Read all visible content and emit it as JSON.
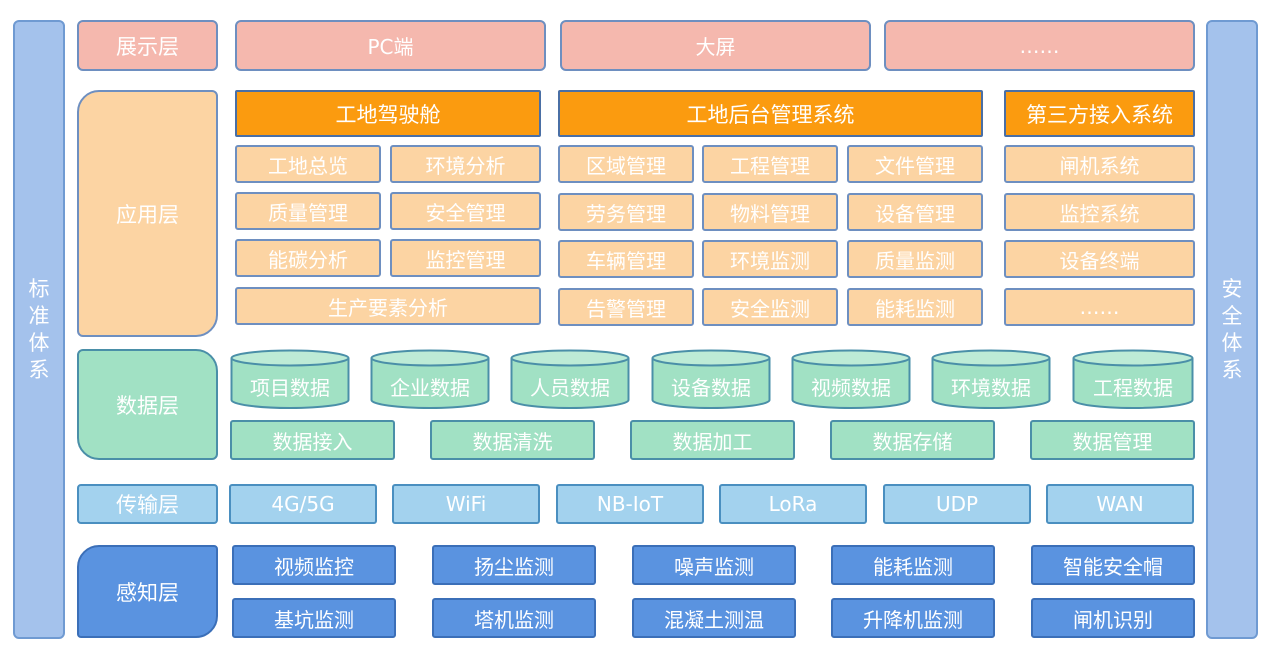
{
  "side": {
    "left": "标准体系",
    "right": "安全体系"
  },
  "layers": {
    "presentation": {
      "label": "展示层",
      "items": [
        "PC端",
        "大屏",
        "……"
      ]
    },
    "application": {
      "label": "应用层",
      "groups": [
        {
          "title": "工地驾驶舱",
          "items": [
            "工地总览",
            "环境分析",
            "质量管理",
            "安全管理",
            "能碳分析",
            "监控管理",
            "生产要素分析"
          ]
        },
        {
          "title": "工地后台管理系统",
          "items": [
            "区域管理",
            "工程管理",
            "文件管理",
            "劳务管理",
            "物料管理",
            "设备管理",
            "车辆管理",
            "环境监测",
            "质量监测",
            "告警管理",
            "安全监测",
            "能耗监测"
          ]
        },
        {
          "title": "第三方接入系统",
          "items": [
            "闸机系统",
            "监控系统",
            "设备终端",
            "……"
          ]
        }
      ]
    },
    "data": {
      "label": "数据层",
      "stores": [
        "项目数据",
        "企业数据",
        "人员数据",
        "设备数据",
        "视频数据",
        "环境数据",
        "工程数据"
      ],
      "processes": [
        "数据接入",
        "数据清洗",
        "数据加工",
        "数据存储",
        "数据管理"
      ]
    },
    "transport": {
      "label": "传输层",
      "items": [
        "4G/5G",
        "WiFi",
        "NB-IoT",
        "LoRa",
        "UDP",
        "WAN"
      ]
    },
    "perception": {
      "label": "感知层",
      "items": [
        "视频监控",
        "扬尘监测",
        "噪声监测",
        "能耗监测",
        "智能安全帽",
        "基坑监测",
        "塔机监测",
        "混凝土测温",
        "升降机监测",
        "闸机识别"
      ]
    }
  },
  "colors": {
    "presentation": "#f5b8ae",
    "application_header": "#fb9b0f",
    "application": "#fcd4a3",
    "data": "#a1e1c4",
    "transport": "#a3d2ee",
    "perception": "#5a93e0",
    "side": "#a4c2ec"
  }
}
